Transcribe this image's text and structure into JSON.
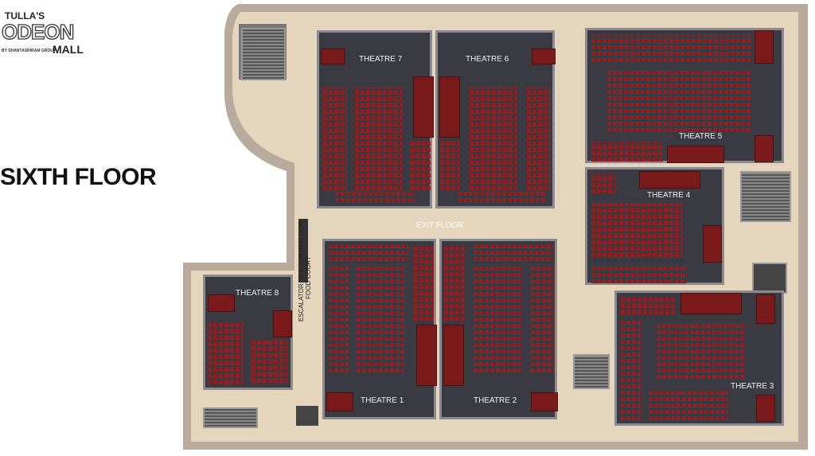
{
  "logo": {
    "top": "TULLA'S",
    "main": "ODEON",
    "sub": "BY SHANTASRIRAM GROUP",
    "mall": "MALL"
  },
  "floor_title": "SIXTH FLOOR",
  "labels": {
    "exit": "EXIT FLOOR",
    "escalator_line1": "ESCALATOR TO FOURTH FLOOR",
    "escalator_line2": "FOOD COURT"
  },
  "theatres": {
    "t1": "THEATRE 1",
    "t2": "THEATRE 2",
    "t3": "THEATRE 3",
    "t4": "THEATRE 4",
    "t5": "THEATRE 5",
    "t6": "THEATRE 6",
    "t7": "THEATRE 7",
    "t8": "THEATRE 8"
  },
  "colors": {
    "floor": "#e6d5bd",
    "wall": "#b8aa9c",
    "theatre": "#3a3a42",
    "seat": "#9b1c1c"
  }
}
